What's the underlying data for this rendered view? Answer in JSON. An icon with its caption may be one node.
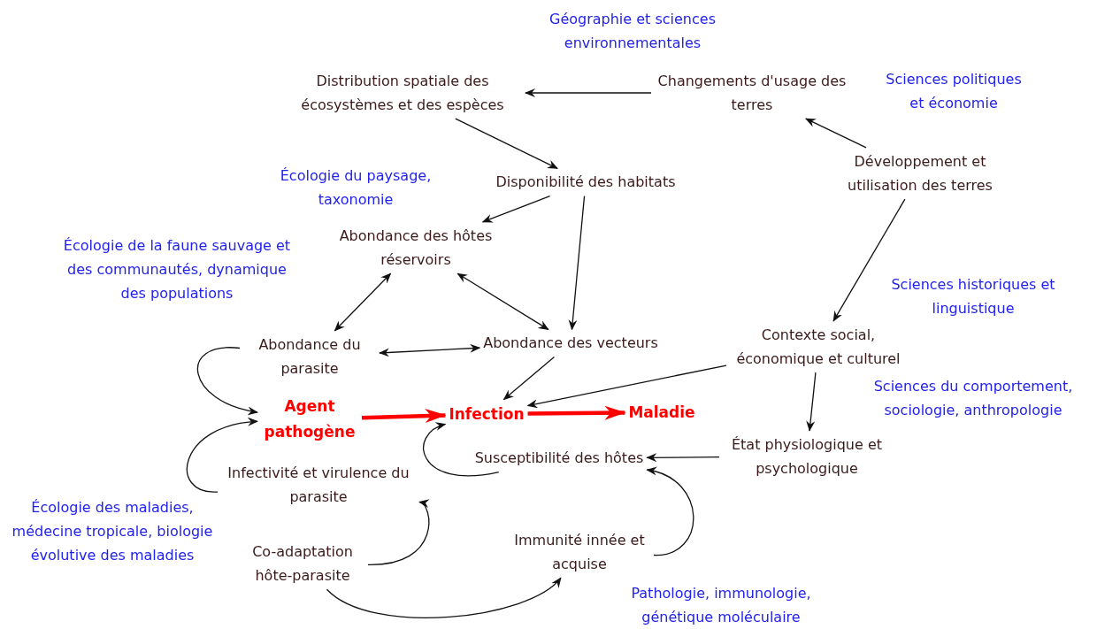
{
  "diagram": {
    "nodes": [
      {
        "text": [
          "Distribution spatiale des écosystèmes et des espèces"
        ]
      },
      {
        "text": [
          "Changements d'usage des terres"
        ]
      },
      {
        "text": [
          "Développement et utilisation des terres"
        ]
      },
      {
        "text": [
          "Disponibilité des habitats"
        ]
      },
      {
        "text": [
          "Abondance des hôtes réservoirs"
        ]
      },
      {
        "text": [
          "Abondance du parasite"
        ]
      },
      {
        "text": [
          "Abondance des vecteurs"
        ]
      },
      {
        "text": [
          "Contexte social, économique et culturel"
        ]
      },
      {
        "text": [
          "Agent pathogène"
        ]
      },
      {
        "text": [
          "Infection"
        ]
      },
      {
        "text": [
          "Maladie"
        ]
      },
      {
        "text": [
          "Susceptibilité des hôtes"
        ]
      },
      {
        "text": [
          "État physiologique et psychologique"
        ]
      },
      {
        "text": [
          "Infectivité et virulence du parasite"
        ]
      },
      {
        "text": [
          "Co-adaptation hôte-parasite"
        ]
      },
      {
        "text": [
          "Immunité innée et acquise"
        ]
      }
    ],
    "edges": [
      {
        "from": 1,
        "to": 0,
        "arrow": "to"
      },
      {
        "from": 2,
        "to": 1,
        "arrow": "to"
      },
      {
        "from": 0,
        "to": 3,
        "arrow": "to"
      },
      {
        "from": 3,
        "to": 4,
        "arrow": "to"
      },
      {
        "from": 3,
        "to": 6,
        "arrow": "to"
      },
      {
        "from": 4,
        "to": 5,
        "arrow": "both"
      },
      {
        "from": 4,
        "to": 6,
        "arrow": "both"
      },
      {
        "from": 5,
        "to": 6,
        "arrow": "both"
      },
      {
        "from": 2,
        "to": 7,
        "arrow": "to"
      },
      {
        "from": 6,
        "to": 9,
        "arrow": "to"
      },
      {
        "from": 7,
        "to": 9,
        "arrow": "to"
      },
      {
        "from": 7,
        "to": 12,
        "arrow": "to"
      },
      {
        "from": 12,
        "to": 11,
        "arrow": "to"
      },
      {
        "from": 5,
        "to": 8,
        "arrow": "to"
      },
      {
        "from": 13,
        "to": 8,
        "arrow": "to"
      },
      {
        "from": 8,
        "to": 9,
        "arrow": "to",
        "style": "thick",
        "color": "#ff0000"
      },
      {
        "from": 9,
        "to": 10,
        "arrow": "to",
        "style": "thick",
        "color": "#ff0000"
      },
      {
        "from": 11,
        "to": 9,
        "arrow": "to"
      },
      {
        "from": 14,
        "to": 13,
        "arrow": "to"
      },
      {
        "from": 14,
        "to": 15,
        "arrow": "to"
      },
      {
        "from": 15,
        "to": 11,
        "arrow": "to"
      }
    ],
    "labels": [
      "Géographie et sciences environnementales",
      "Sciences politiques et économie",
      "Écologie du paysage, taxonomie",
      "Écologie de la faune sauvage et des communautés, dynamique des populations",
      "Sciences historiques et linguistique",
      "Sciences du comportement, sociologie, anthropologie",
      "Écologie des maladies, médecine tropicale, biologie évolutive des maladies",
      "Pathologie, immunologie, génétique moléculaire"
    ]
  }
}
